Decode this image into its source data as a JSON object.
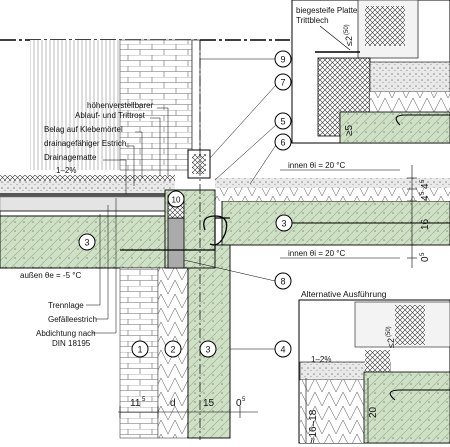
{
  "inset_top": {
    "label_plate": "biegesteife Platte",
    "label_sheet": "Trittblech",
    "dim_le": "≤2",
    "dim_le_sup": "(50)",
    "dim_ge": "≥5"
  },
  "labels": {
    "grate_1": "höhenverstellbarer",
    "grate_2": "Ablauf- und Trittrost",
    "covering": "Belag auf Klebemörtel",
    "screed": "drainagefähiger Estrich",
    "mat": "Drainagematte",
    "slope": "1–2%",
    "sep": "Trennlage",
    "gradient": "Gefälleestrich",
    "seal_1": "Abdichtung nach",
    "seal_2": "DIN 18195"
  },
  "climate": {
    "inside_upper": "innen   θi = 20 °C",
    "inside_lower": "innen   θi = 20 °C",
    "outside": "außen   θe = -5 °C"
  },
  "callouts": [
    "1",
    "2",
    "3",
    "3",
    "3",
    "4",
    "5",
    "6",
    "7",
    "8",
    "9",
    "10"
  ],
  "dims_right": {
    "a": "4",
    "a_sup": "5",
    "b": "4",
    "b_sup": "5",
    "c": "16",
    "d": "0",
    "d_sup": "5"
  },
  "dims_bottom": {
    "a": "11",
    "a_sup": "5",
    "b": "d",
    "c": "15",
    "d": "0",
    "d_sup": "5"
  },
  "inset_bottom": {
    "title": "Alternative Ausführung",
    "dim_le": "≤2",
    "dim_le_sup": "(50)",
    "slope": "1–2%",
    "dim_range": "≈16–18",
    "dim_20": "20"
  }
}
